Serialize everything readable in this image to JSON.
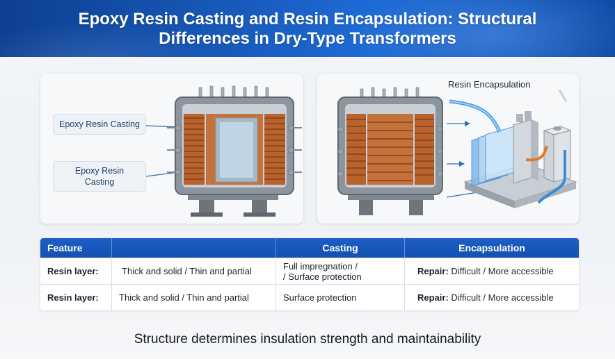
{
  "title": {
    "line1": "Epoxy Resin Casting and Resin Encapsulation: Structural",
    "line2": "Differences in Dry-Type Transformers"
  },
  "left_panel": {
    "callout_top": "Epoxy Resin Casting",
    "callout_bottom_line1": "Epoxy Resin",
    "callout_bottom_line2": "Casting"
  },
  "right_panel": {
    "label": "Resin Encapsulation"
  },
  "table": {
    "headers": [
      "Feature",
      "",
      "Casting",
      "Encapsulation"
    ],
    "rows": [
      {
        "feature": "Resin layer:",
        "detail": "Thick and solid / Thin and partial",
        "casting_line1": "Full impregnation /",
        "casting_line2": "/ Surface protection",
        "repair_label": "Repair:",
        "repair_value": " Difficult / More accessible"
      },
      {
        "feature": "Resin layer:",
        "detail": "Thick and solid / Thin and partial",
        "casting_line1": "Surface protection",
        "casting_line2": "",
        "repair_label": "Repair:",
        "repair_value": " Difficult / More accessible"
      }
    ]
  },
  "tagline": "Structure determines insulation strength and maintainability",
  "colors": {
    "banner": "#1a5fc4",
    "table_header": "#1b5fc6",
    "copper": "#b8622c",
    "steel": "#8c949e",
    "resin_blue": "#8fc4ee"
  },
  "icons": [
    "transformer-casting-illustration",
    "transformer-encapsulation-illustration",
    "pipe-assembly-illustration"
  ]
}
